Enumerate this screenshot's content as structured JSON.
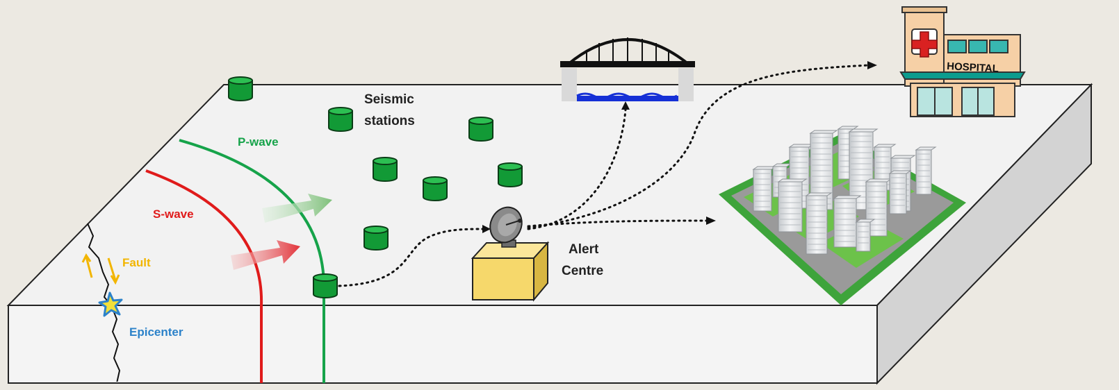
{
  "labels": {
    "seismic_stations": [
      "Seismic",
      "stations"
    ],
    "p_wave": "P-wave",
    "s_wave": "S-wave",
    "fault": "Fault",
    "epicenter": "Epicenter",
    "alert_centre": [
      "Alert",
      "Centre"
    ],
    "hospital": "HOSPITAL"
  },
  "colors": {
    "background": "#ece9e2",
    "slab_top": "#f2f2f2",
    "slab_front": "#f4f4f4",
    "slab_side": "#d3d3d3",
    "p_wave": "#16a34a",
    "s_wave": "#e01b1b",
    "fault_label": "#f2b500",
    "epicenter_label": "#2c82c9",
    "station": "#129a36",
    "alert_box": "#f6d86b",
    "hospital_wall": "#f6d0a6",
    "hospital_roof": "#0c9c8e",
    "hospital_cross": "#d92121",
    "city_grass": "#3ea43b"
  },
  "icons": {
    "station": "cylinder-sensor-icon",
    "epicenter": "star-icon",
    "alert": "satellite-dish-icon",
    "bridge": "arch-bridge-icon",
    "hospital": "hospital-building-icon",
    "city": "city-buildings-icon"
  }
}
